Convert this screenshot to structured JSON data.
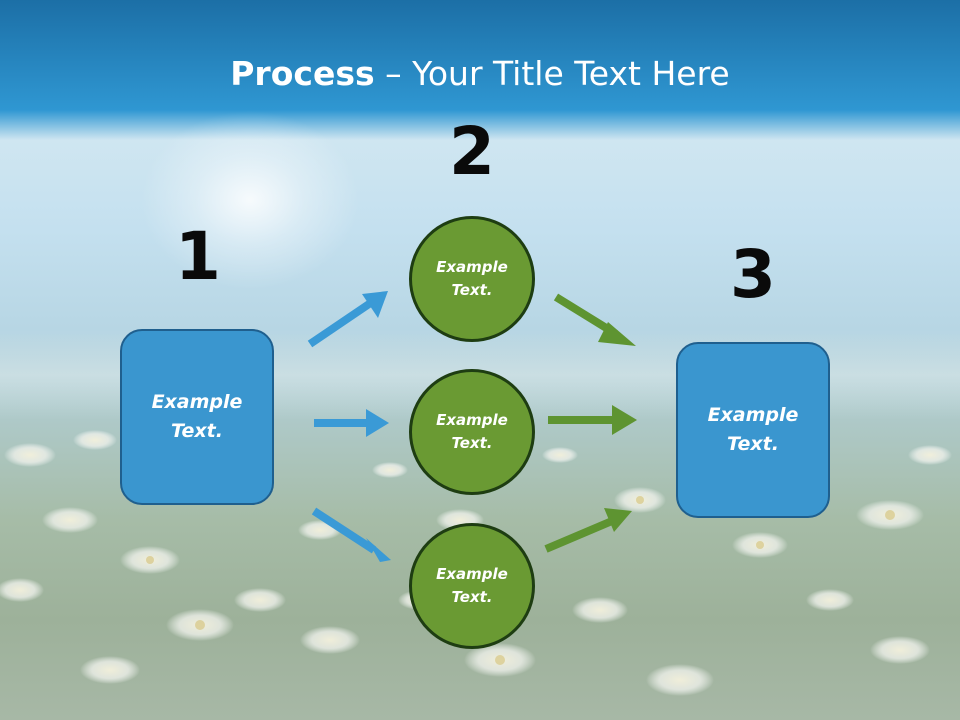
{
  "slide": {
    "title_strong": "Process",
    "title_rest": " – Your Title Text Here"
  },
  "steps": {
    "one": {
      "number": "1",
      "text_line1": "Example",
      "text_line2": "Text."
    },
    "two": {
      "number": "2"
    },
    "three": {
      "number": "3",
      "text_line1": "Example",
      "text_line2": "Text."
    }
  },
  "circles": [
    {
      "text_line1": "Example",
      "text_line2": "Text."
    },
    {
      "text_line1": "Example",
      "text_line2": "Text."
    },
    {
      "text_line1": "Example",
      "text_line2": "Text."
    }
  ],
  "colors": {
    "blue_box": "#3a96cf",
    "green_circle": "#6a9a33",
    "blue_arrow": "#3a9ad6",
    "green_arrow": "#5e9431"
  }
}
